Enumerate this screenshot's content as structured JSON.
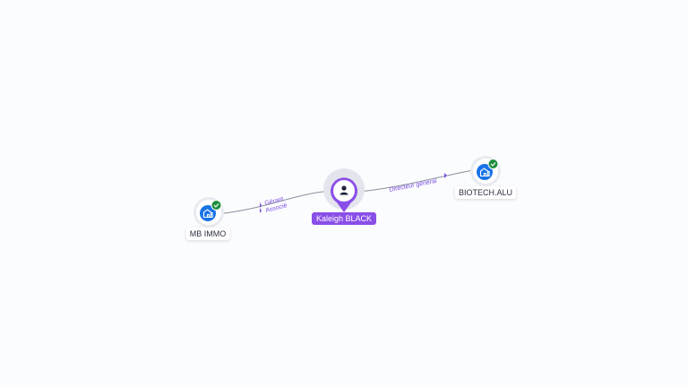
{
  "colors": {
    "accent": "#8a4ee8",
    "company": "#1a73e8",
    "verified": "#1e8e3e",
    "edge": "#8a8f9e",
    "background": "#fbfcfe"
  },
  "nodes": {
    "person": {
      "label": "Kaleigh BLACK",
      "icon": "person-icon"
    },
    "company_left": {
      "label": "MB IMMO",
      "icon": "building-icon",
      "badge": "check-icon"
    },
    "company_right": {
      "label": "BIOTECH.ALU",
      "icon": "building-icon",
      "badge": "check-icon"
    }
  },
  "edges": {
    "left_roles": [
      "Gérant",
      "Associé"
    ],
    "right_roles": [
      "Directeur général"
    ]
  }
}
